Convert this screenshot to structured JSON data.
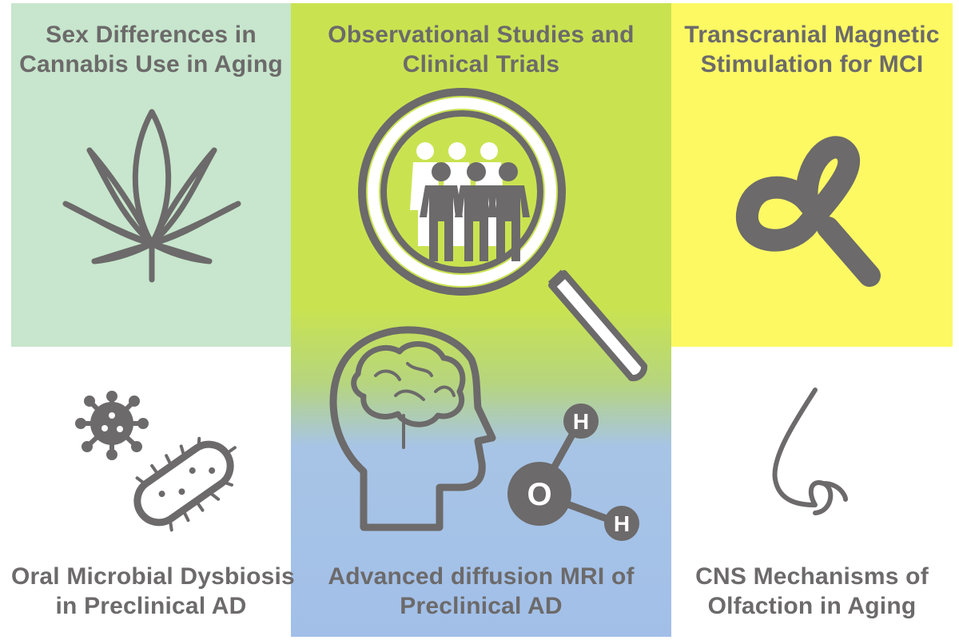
{
  "colors": {
    "icon_gray": "#6c6a6a",
    "panel_cannabis": "#c7e6cd",
    "panel_studies_top": "#c9e350",
    "panel_studies_bottom": "#a2bfe8",
    "panel_tms": "#fcf963",
    "background": "#ffffff"
  },
  "panels": {
    "cannabis": {
      "line1": "Sex Differences in",
      "line2": "Cannabis Use in Aging",
      "icon": "cannabis-leaf-icon"
    },
    "studies": {
      "line1": "Observational Studies and",
      "line2": "Clinical Trials",
      "icon": "magnifier-people-icon"
    },
    "tms": {
      "line1": "Transcranial Magnetic",
      "line2": "Stimulation for MCI",
      "icon": "figure-eight-coil-icon"
    },
    "oral": {
      "line1": "Oral Microbial Dysbiosis",
      "line2": "in Preclinical AD",
      "icon": "virus-bacteria-icon"
    },
    "mri": {
      "line1": "Advanced diffusion MRI of",
      "line2": "Preclinical AD",
      "icon": "brain-head-water-molecule-icon"
    },
    "cns": {
      "line1": "CNS Mechanisms of",
      "line2": "Olfaction in Aging",
      "icon": "nose-icon"
    }
  },
  "molecule": {
    "oxygen": "O",
    "hydrogen_top": "H",
    "hydrogen_bottom": "H"
  }
}
